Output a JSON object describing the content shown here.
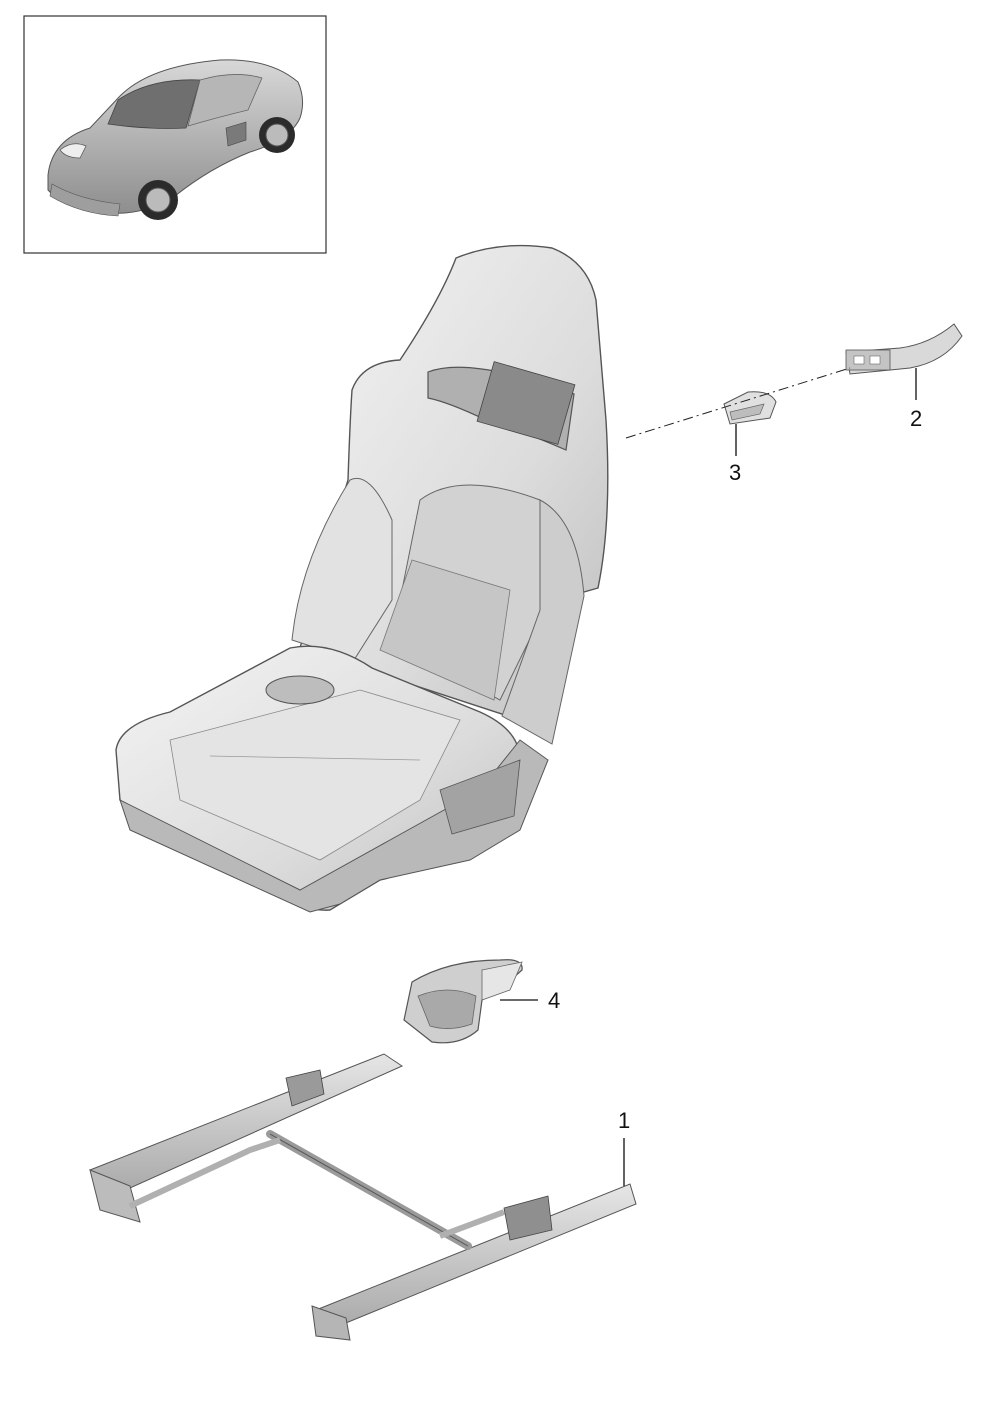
{
  "diagram": {
    "callouts": [
      {
        "id": "part-1",
        "label": "1"
      },
      {
        "id": "part-2",
        "label": "2"
      },
      {
        "id": "part-3",
        "label": "3"
      },
      {
        "id": "part-4",
        "label": "4"
      }
    ]
  },
  "colors": {
    "line": "#111111",
    "part_light": "#ececec",
    "part_mid": "#d4d4d4",
    "part_dark": "#9a9a9a",
    "car_body": "#c4c4c4"
  }
}
